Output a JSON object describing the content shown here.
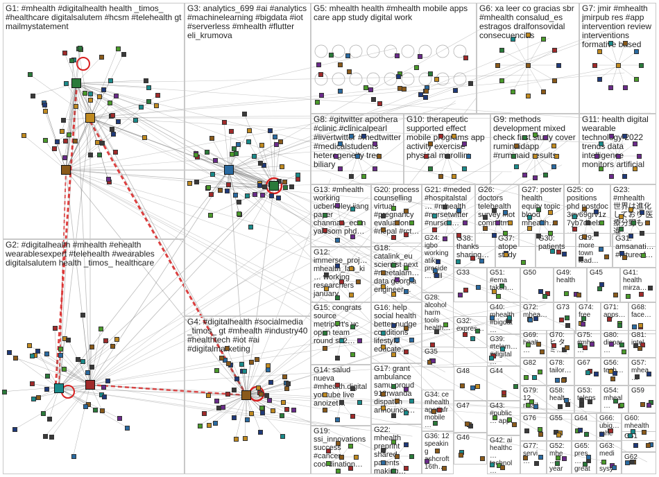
{
  "groups": [
    {
      "id": "G1",
      "label": "G1: #mhealth #digitalhealth health _timos_ #healthcare digitalsalutem #hcsm #telehealth gt mailmystatement",
      "color": "#3a4e9c"
    },
    {
      "id": "G2",
      "label": "G2: #digitalhealth #mhealth #ehealth wearablesexpert #telehealth #wearables digitalsalutem health _timos_ healthcare",
      "color": "#2c7bbf"
    },
    {
      "id": "G3",
      "label": "G3: analytics_699 #ai #analytics #machinelearning #bigdata #iot #serverless #mhealth #flutter eli_krumova",
      "color": "#2e6b45"
    },
    {
      "id": "G4",
      "label": "G4: #digitalhealth #socialmedia _timos_ gt #mhealth #industry40 #healthtech #iot #ai #digitalmarketing",
      "color": "#3b8a2c"
    },
    {
      "id": "G5",
      "label": "G5: mhealth health #mhealth mobile apps care app study digital work",
      "color": "#9c2a2a"
    },
    {
      "id": "G6",
      "label": "G6: xa leer co gracias sbr #mhealth consalud_es estragos dralfonsovidal consecuencias",
      "color": "#5a4a8c"
    },
    {
      "id": "G7",
      "label": "G7: jmir #mhealth jmirpub res #app intervention review interventions formative based",
      "color": "#7c6a2a"
    },
    {
      "id": "G8",
      "label": "G8: #gitwitter apothera #clinic #clinicalpearl #livertwitter #medtwitter #medicalstudents heterogeneity tree biliary",
      "color": "#a07a2a"
    },
    {
      "id": "G10",
      "label": "G10: therapeutic supported effect mobile programs app activity exercise physical merollim",
      "color": "#4a8a8a"
    },
    {
      "id": "G9",
      "label": "G9: methods development mixed check first study cover ruminaidapp #ruminaid results",
      "color": "#8a2a6a"
    },
    {
      "id": "G11",
      "label": "G11: health digital wearable technology 2022 trends data intelligence monitors artificial",
      "color": "#2a5a8a"
    },
    {
      "id": "G13",
      "label": "G13: #mhealth working ucberkeley jiang paper chanman_econ yalesom phd…",
      "color": "#6a6a2a"
    },
    {
      "id": "G20",
      "label": "G20: process counselling virtual #pregnancy evaluation #nepal #rct…",
      "color": "#8a5a2a"
    },
    {
      "id": "G21",
      "label": "G21: #meded #hospitalstal… #mhealth #nursetwitter #nurses…",
      "color": "#2a7a5a"
    },
    {
      "id": "G26",
      "label": "G26: doctors telehealth survey #iot commitme…",
      "color": "#5a2a8a"
    },
    {
      "id": "G27",
      "label": "G27: poster health equity topic blood mhealth…",
      "color": "#7a3a3a"
    },
    {
      "id": "G25",
      "label": "G25: co positions phd postdoc 3gv69grv1z 7yb7dhelxr…",
      "color": "#3a3a7a"
    },
    {
      "id": "G23",
      "label": "G23: #mhealth 世界は進化しており 医療分野も違…",
      "color": "#6a3a5a"
    },
    {
      "id": "G12",
      "label": "G12: immerse_proj… mhealth_lab_ki… working researchers january",
      "color": "#3a6a8a"
    },
    {
      "id": "G18",
      "label": "G18: catalink_eu scientist next #meetalam… data georgia engineer…",
      "color": "#8a6a3a"
    },
    {
      "id": "G24",
      "label": "G24: igbo working atiku preside… tell",
      "color": "#4a7a3a"
    },
    {
      "id": "G38",
      "label": "G38: thanks sharing…",
      "color": "#7a4a2a"
    },
    {
      "id": "G37",
      "label": "G37: atope study",
      "color": "#2a4a7a"
    },
    {
      "id": "G30",
      "label": "G30: patients",
      "color": "#6a2a2a"
    },
    {
      "id": "G29",
      "label": "G29: more town lead…",
      "color": "#2a6a6a"
    },
    {
      "id": "G31",
      "label": "G31: amsanati… #futureof…",
      "color": "#5a5a2a"
    },
    {
      "id": "G33",
      "label": "G33",
      "color": "#4a4a8a"
    },
    {
      "id": "G51",
      "label": "G51: #ema taken…",
      "color": "#8a4a4a"
    },
    {
      "id": "G50",
      "label": "G50",
      "color": "#3a7a7a"
    },
    {
      "id": "G49",
      "label": "G49: health",
      "color": "#6a4a7a"
    },
    {
      "id": "G45",
      "label": "G45",
      "color": "#7a7a3a"
    },
    {
      "id": "G41",
      "label": "G41: health mirza…",
      "color": "#3a5a3a"
    },
    {
      "id": "G15",
      "label": "G15: congrats source metriport's yc open team round s22…",
      "color": "#5a3a6a"
    },
    {
      "id": "G28",
      "label": "G28: alcohol harm tools health…",
      "color": "#6a5a3a"
    },
    {
      "id": "G40",
      "label": "G40: mhealth #bigdat…",
      "color": "#3a4a6a"
    },
    {
      "id": "G72",
      "label": "G72: mhea…",
      "color": "#5a6a4a"
    },
    {
      "id": "G73",
      "label": "G73",
      "color": "#4a3a5a"
    },
    {
      "id": "G74",
      "label": "G74: free",
      "color": "#6a4a3a"
    },
    {
      "id": "G71",
      "label": "G71: apps…",
      "color": "#3a6a5a"
    },
    {
      "id": "G68",
      "label": "G68: face…",
      "color": "#5a3a3a"
    },
    {
      "id": "G16",
      "label": "G16: help social health better nudge conditions lifestyle educate…",
      "color": "#2a5a6a"
    },
    {
      "id": "G32",
      "label": "G32: expres…",
      "color": "#7a5a4a"
    },
    {
      "id": "G69",
      "label": "G69: healt…",
      "color": "#4a6a6a"
    },
    {
      "id": "G70",
      "label": "G70: ヒ タミ…",
      "color": "#6a3a4a"
    },
    {
      "id": "G75",
      "label": "G75: #mhe…",
      "color": "#3a5a7a"
    },
    {
      "id": "G80",
      "label": "G80: dispar…",
      "color": "#5a5a5a"
    },
    {
      "id": "G81",
      "label": "G81: intel",
      "color": "#4a4a4a"
    },
    {
      "id": "G39",
      "label": "G39: #telem… #digital…",
      "color": "#7a3a6a"
    },
    {
      "id": "G35",
      "label": "G35",
      "color": "#3a7a4a"
    },
    {
      "id": "G82",
      "label": "G82",
      "color": "#6a6a4a"
    },
    {
      "id": "G78",
      "label": "G78: tailor…",
      "color": "#4a3a7a"
    },
    {
      "id": "G67",
      "label": "G67",
      "color": "#7a4a5a"
    },
    {
      "id": "G56",
      "label": "G56: tech…",
      "color": "#3a6a3a"
    },
    {
      "id": "G57",
      "label": "G57: mhea…",
      "color": "#5a4a6a"
    },
    {
      "id": "G17",
      "label": "G17: grant ambulance samu proud 912rwanda dispatch announce…",
      "color": "#8a3a3a"
    },
    {
      "id": "G14",
      "label": "G14: salud nueva #mhealth.digital youtube live anoizet…",
      "color": "#3a3a6a"
    },
    {
      "id": "G48",
      "label": "G48",
      "color": "#6a5a5a"
    },
    {
      "id": "G44",
      "label": "G44",
      "color": "#4a6a4a"
    },
    {
      "id": "G79",
      "label": "G79: 12 retail…",
      "color": "#7a6a4a"
    },
    {
      "id": "G58",
      "label": "G58: healt…",
      "color": "#3a4a5a"
    },
    {
      "id": "G53",
      "label": "G53: teleps…",
      "color": "#5a6a6a"
    },
    {
      "id": "G54",
      "label": "G54: mheal…",
      "color": "#6a4a4a"
    },
    {
      "id": "G59",
      "label": "G59",
      "color": "#4a5a6a"
    },
    {
      "id": "G34",
      "label": "G34: ce mhealth agoriafr mobile…",
      "color": "#7a5a6a"
    },
    {
      "id": "G47",
      "label": "G47",
      "color": "#3a6a6a"
    },
    {
      "id": "G43",
      "label": "G43: #public… app…",
      "color": "#6a3a6a"
    },
    {
      "id": "G76",
      "label": "G76",
      "color": "#5a7a3a"
    },
    {
      "id": "G55",
      "label": "G55",
      "color": "#4a4a7a"
    },
    {
      "id": "G64",
      "label": "G64",
      "color": "#7a4a3a"
    },
    {
      "id": "G66",
      "label": "G66: ubiq… mhe…",
      "color": "#3a5a5a"
    },
    {
      "id": "G60",
      "label": "G60: mhealth…",
      "color": "#6a6a6a"
    },
    {
      "id": "G19",
      "label": "G19: ssi_innovations success #cancer coordination…",
      "color": "#5a3a4a"
    },
    {
      "id": "G22",
      "label": "G22: mhealth preprint shared parents making…",
      "color": "#3a7a6a"
    },
    {
      "id": "G36",
      "label": "G36: 12 speaking ashcroft 16th…",
      "color": "#7a3a4a"
    },
    {
      "id": "G46",
      "label": "G46",
      "color": "#4a7a6a"
    },
    {
      "id": "G42",
      "label": "G42: ai healthc… technol…",
      "color": "#6a4a5a"
    },
    {
      "id": "G77",
      "label": "G77: servi…",
      "color": "#5a5a3a"
    },
    {
      "id": "G52",
      "label": "G52: mhe… year…",
      "color": "#3a3a5a"
    },
    {
      "id": "G65",
      "label": "G65: pres… great…",
      "color": "#7a5a3a"
    },
    {
      "id": "G63",
      "label": "G63: medi… sysy…",
      "color": "#4a5a4a"
    },
    {
      "id": "G61",
      "label": "G61",
      "color": "#6a3a3a"
    },
    {
      "id": "G62",
      "label": "G62",
      "color": "#3a4a4a"
    }
  ]
}
